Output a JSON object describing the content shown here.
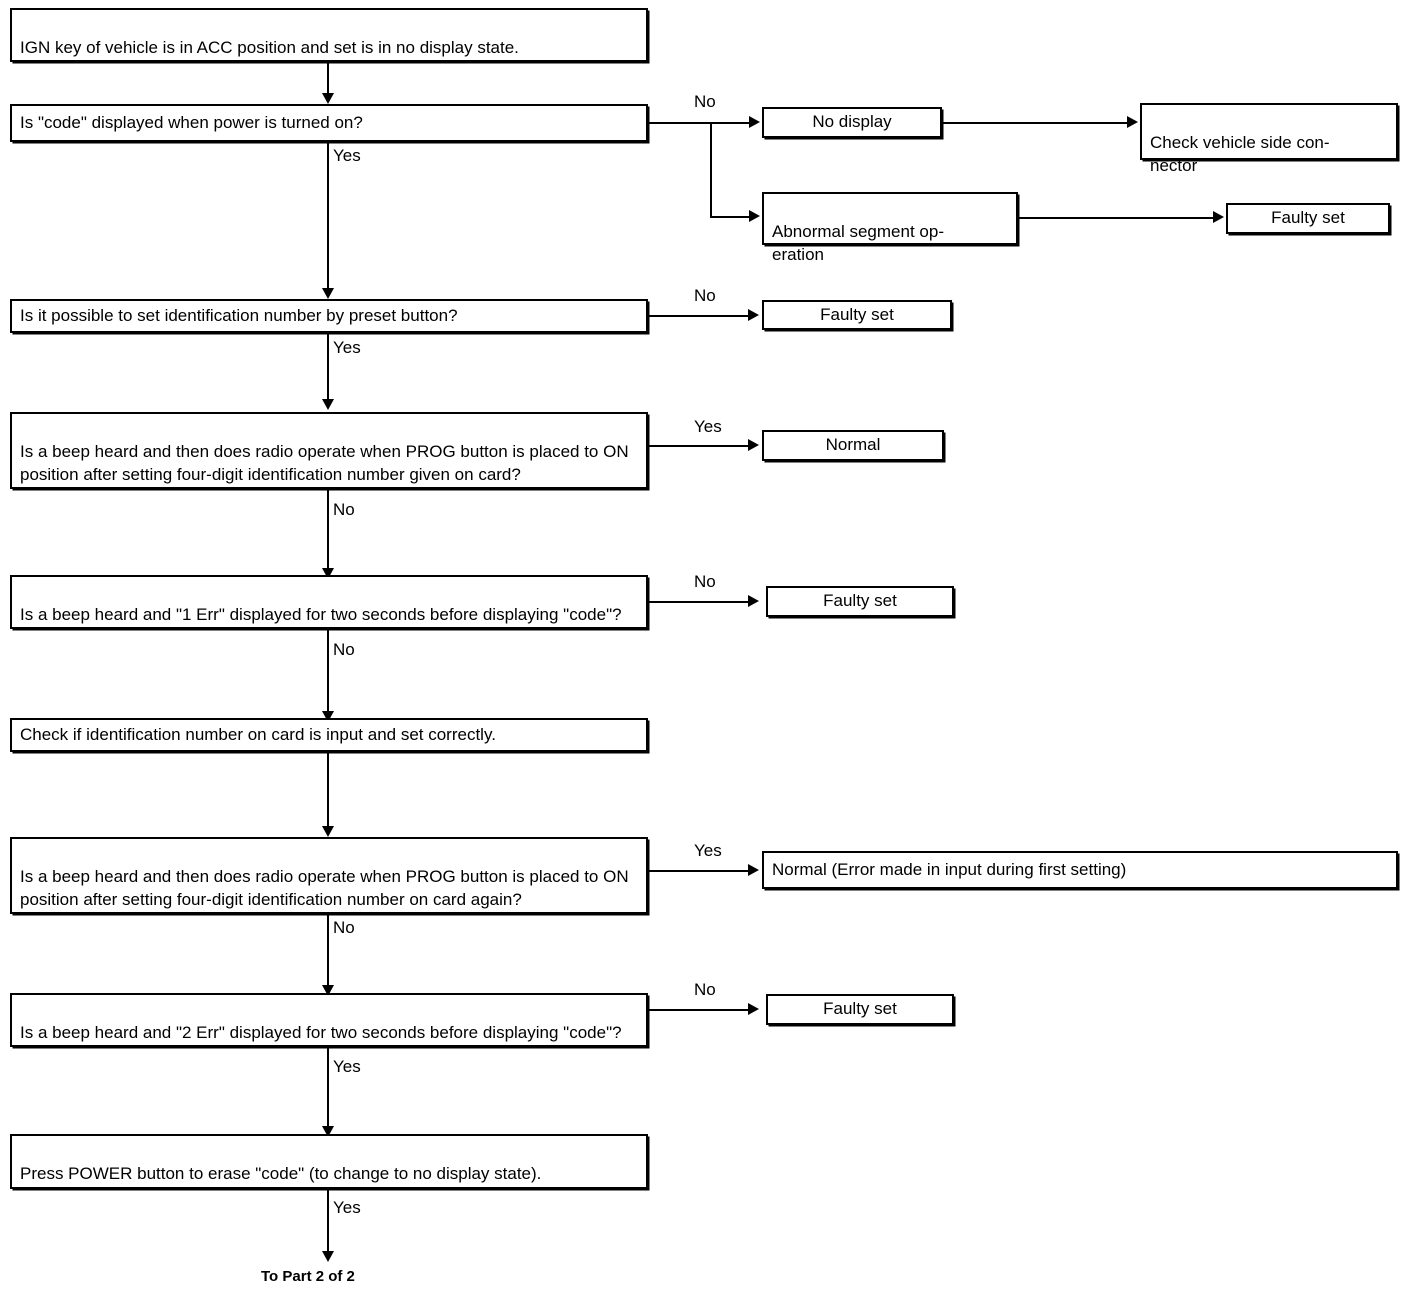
{
  "diagram": {
    "title": "Audio security code troubleshooting flowchart (Part 1 of 2)",
    "nodes": {
      "start": "IGN key of vehicle is in ACC position and set is in no display state.",
      "q_code_displayed": "Is \"code\" displayed when power is turned on?",
      "no_display": "No display",
      "check_connector": "Check vehicle side con-\nnector",
      "abnormal_segment": "Abnormal  segment  op-\neration",
      "faulty_set_1": "Faulty set",
      "q_preset_button": "Is it possible to set identification number by preset button?",
      "faulty_set_2": "Faulty set",
      "q_prog_first": "Is a beep heard and then does radio operate when PROG button is placed to ON position after setting four-digit identification number given on card?",
      "normal": "Normal",
      "q_err1": "Is a beep heard and \"1 Err\" displayed for two seconds before displaying \"code\"?",
      "faulty_set_3": "Faulty set",
      "check_input": "Check if identification number on card is input and set correctly.",
      "q_prog_second": "Is a beep heard and then does radio operate when PROG button is placed to ON position after setting four-digit identification number on card again?",
      "normal_error_first": "Normal (Error made in input during first setting)",
      "q_err2": "Is a beep heard and \"2 Err\" displayed for two seconds before displaying \"code\"?",
      "faulty_set_4": "Faulty set",
      "press_power": "Press POWER button to erase \"code\" (to change to no display state).",
      "to_part_2": "To Part 2 of 2"
    },
    "edge_labels": {
      "code_no": "No",
      "code_yes": "Yes",
      "preset_no": "No",
      "preset_yes": "Yes",
      "prog1_yes": "Yes",
      "prog1_no": "No",
      "err1_no": "No",
      "err1_no_down": "No",
      "prog2_yes": "Yes",
      "prog2_no": "No",
      "err2_no": "No",
      "err2_yes": "Yes",
      "power_yes": "Yes"
    },
    "colors": {
      "stroke": "#000000",
      "fill": "#ffffff",
      "text": "#000000"
    }
  }
}
